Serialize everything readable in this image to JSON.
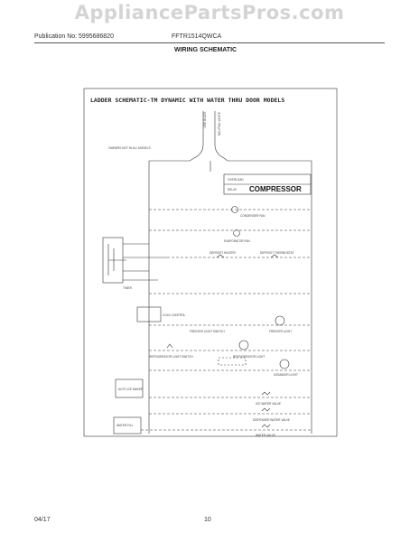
{
  "watermark": "AppliancePartsPros.com",
  "header": {
    "publication": "Publication No: 5995686820",
    "model": "FFTR1514QWCA",
    "section_title": "WIRING SCHEMATIC"
  },
  "schematic": {
    "title": "LADDER SCHEMATIC-TM DYNAMIC WITH WATER THRU DOOR MODELS",
    "compressor_label": "COMPRESSOR",
    "small_labels": {
      "line_black": "LINE BLACK",
      "neutral_white": "NEUTRAL WHITE",
      "note": "OWNERS NOT IN ALL MODELS",
      "condenser_fan": "CONDENSER FAN",
      "evaporator_fan": "EVAPORATOR FAN",
      "overload": "OVERLOAD",
      "relay": "RELAY",
      "defrost_thermostat": "DEFROST THERMOSTAT",
      "defrost_heater": "DEFROST HEATER",
      "timer": "TIMER",
      "cold_control": "COLD CONTROL",
      "freezer_light_switch": "FREEZER LIGHT SWITCH",
      "freezer_light": "FREEZER LIGHT",
      "refrigerator_light_switch": "REFRIGERATOR LIGHT SWITCH",
      "refrigerator_light": "REFRIGERATOR LIGHT",
      "icemaker_light": "ICEMAKER LIGHT",
      "auto_ice_maker": "AUTO ICE MAKER",
      "ice_water_valve": "ICE WATER VALVE",
      "dispenser_water_valve": "DISPENSER WATER VALVE",
      "water_fill": "WATER FILL",
      "water_valve": "WATER VALVE"
    }
  },
  "footer": {
    "date": "04/17",
    "page": "10"
  }
}
